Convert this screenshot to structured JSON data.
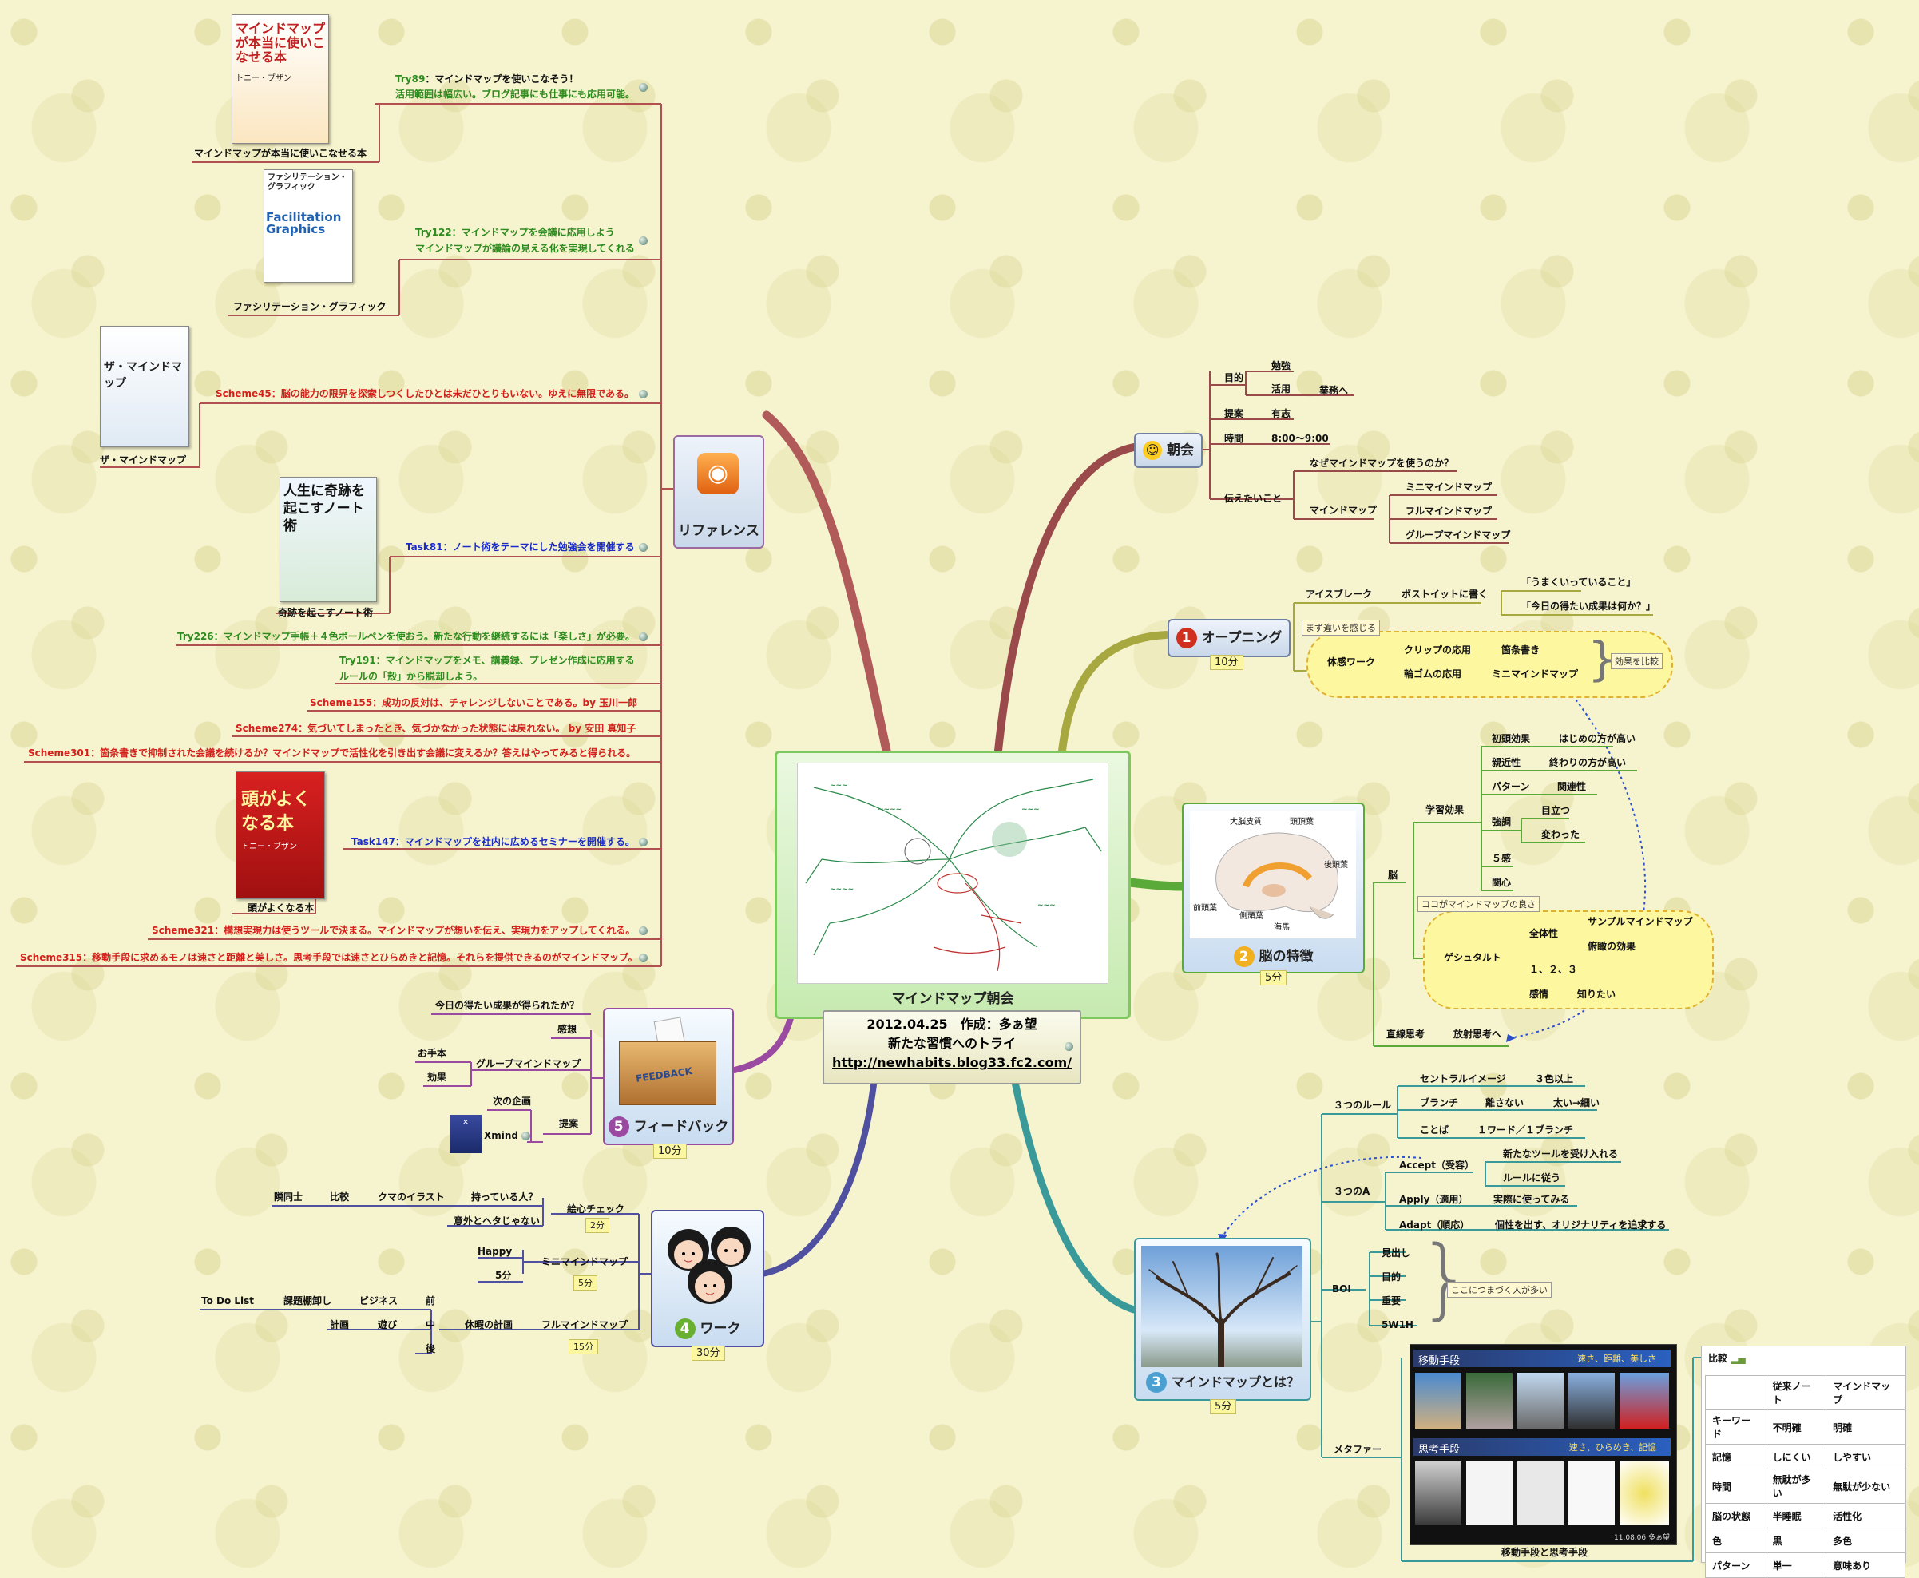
{
  "center": {
    "title": "マインドマップ朝会",
    "date_line": "2012.04.25　作成：多ぁ望",
    "subtitle": "新たな習慣へのトライ",
    "url": "http://newhabits.blog33.fc2.com/"
  },
  "reference": {
    "label": "リファレンス",
    "books": [
      {
        "caption": "マインドマップが本当に使いこなせる本",
        "cover_text": "マインドマップが本当に使いこなせる本",
        "author": "トニー・ブザン"
      },
      {
        "caption": "ファシリテーション・グラフィック",
        "cover_text": "ファシリテーション・グラフィック",
        "cover_en": "Facilitation Graphics"
      },
      {
        "caption": "ザ・マインドマップ",
        "cover_text": "ザ・マインドマップ"
      },
      {
        "caption": "奇跡を起こすノート術",
        "cover_text": "人生に奇跡を起こすノート術"
      },
      {
        "caption": "頭がよくなる本",
        "cover_text": "頭がよくなる本",
        "author": "トニー・ブザン"
      }
    ],
    "items": [
      {
        "key": "Try89",
        "text": "：マインドマップを使いこなそう！",
        "text2": "活用範囲は幅広い。ブログ記事にも仕事にも応用可能。",
        "color": "green"
      },
      {
        "key": "Try122",
        "text": "：マインドマップを会議に応用しよう",
        "text2": "マインドマップが議論の見える化を実現してくれる",
        "color": "green"
      },
      {
        "key": "Scheme45",
        "text": "：脳の能力の限界を探索しつくしたひとは未だひとりもいない。ゆえに無限である。",
        "color": "red"
      },
      {
        "key": "Task81",
        "text": "：ノート術をテーマにした勉強会を開催する",
        "color": "blue"
      },
      {
        "key": "Try226",
        "text": "：マインドマップ手帳＋４色ボールペンを使おう。新たな行動を継続するには「楽しさ」が必要。",
        "color": "green"
      },
      {
        "key": "Try191",
        "text": "：マインドマップをメモ、講義録、プレゼン作成に応用する",
        "text2": "ルールの「殻」から脱却しよう。",
        "color": "green"
      },
      {
        "key": "Scheme155",
        "text": "：成功の反対は、チャレンジしないことである。by 玉川一郎",
        "color": "red"
      },
      {
        "key": "Scheme274",
        "text": "：気づいてしまったとき、気づかなかった状態には戻れない。 by 安田 真知子",
        "color": "red"
      },
      {
        "key": "Scheme301",
        "text": "：箇条書きで抑制された会議を続けるか？マインドマップで活性化を引き出す会議に変えるか？答えはやってみると得られる。",
        "color": "red"
      },
      {
        "key": "Task147",
        "text": "：マインドマップを社内に広めるセミナーを開催する。",
        "color": "blue"
      },
      {
        "key": "Scheme321",
        "text": "：構想実現力は使うツールで決まる。マインドマップが想いを伝え、実現力をアップしてくれる。",
        "color": "red"
      },
      {
        "key": "Scheme315",
        "text": "：移動手段に求めるモノは速さと距離と美しさ。思考手段では速さとひらめきと記憶。それらを提供できるのがマインドマップ。",
        "color": "red"
      }
    ]
  },
  "chokai": {
    "label": "朝会",
    "mokuteki": "目的",
    "benkyo": "勉強",
    "katsuyo": "活用",
    "gyomu": "業務へ",
    "teian": "提案",
    "yushi": "有志",
    "jikan": "時間",
    "jikan_val": "8:00～9:00",
    "tsutaetai": "伝えたいこと",
    "naze": "なぜマインドマップを使うのか？",
    "mindmap": "マインドマップ",
    "mini": "ミニマインドマップ",
    "full": "フルマインドマップ",
    "group": "グループマインドマップ"
  },
  "opening": {
    "num": "1",
    "label": "オープニング",
    "time": "10分",
    "ice": "アイスブレーク",
    "postit": "ポストイットに書く",
    "q1": "「うまくいっていること」",
    "q2": "「今日の得たい成果は何か？」",
    "tag": "まず違いを感じる",
    "taikan": "体感ワーク",
    "clip": "クリップの応用",
    "kajo": "箇条書き",
    "wagomu": "輪ゴムの応用",
    "mini": "ミニマインドマップ",
    "hikaku": "効果を比較"
  },
  "brain": {
    "num": "2",
    "label": "脳の特徴",
    "time": "5分",
    "img_labels": [
      "大脳皮質",
      "頭頂葉",
      "後頭葉",
      "前頭葉",
      "側頭葉",
      "海馬"
    ],
    "no": "脳",
    "gakushu": "学習効果",
    "shoto": "初頭効果",
    "shoto_v": "はじめの方が高い",
    "shinkin": "親近性",
    "shinkin_v": "終わりの方が高い",
    "pattern": "パターン",
    "pattern_v": "関連性",
    "kyocho": "強調",
    "medatsu": "目立つ",
    "kawatta": "変わった",
    "gokan": "５感",
    "kanshin": "関心",
    "tag": "ココがマインドマップの良さ",
    "gestalt": "ゲシュタルト",
    "zentai": "全体性",
    "sample": "サンプルマインドマップ",
    "fukan": "俯瞰の効果",
    "one23": "１、２、３",
    "kanjo": "感情",
    "shiritai": "知りたい",
    "chokusen": "直線思考",
    "hosha": "放射思考へ"
  },
  "whatis": {
    "num": "3",
    "label": "マインドマップとは？",
    "time": "5分",
    "rules": "３つのルール",
    "central": "セントラルイメージ",
    "central_v": "３色以上",
    "branch": "ブランチ",
    "branch_v1": "離さない",
    "branch_v2": "太い→細い",
    "kotoba": "ことば",
    "kotoba_v": "１ワード／１ブランチ",
    "three_a": "３つのA",
    "accept": "Accept（受容）",
    "accept_v1": "新たなツールを受け入れる",
    "accept_v2": "ルールに従う",
    "apply": "Apply（適用）",
    "apply_v": "実際に使ってみる",
    "adapt": "Adapt（順応）",
    "adapt_v": "個性を出す、オリジナリティを追求する",
    "boi": "BOI",
    "midashi": "見出し",
    "mokuteki": "目的",
    "juyo": "重要",
    "w5h1": "5W1H",
    "boi_note": "ここにつまづく人が多い",
    "metaphor": "メタファー",
    "ido": "移動手段",
    "ido_sub": "速さ、距離、美しさ",
    "shiko": "思考手段",
    "shiko_sub": "速さ、ひらめき、記憶",
    "img_date": "11.08.06 多ぁ望",
    "img_caption": "移動手段と思考手段",
    "hikaku": "比較"
  },
  "compare_table": {
    "headers": [
      "",
      "従来ノート",
      "マインドマップ"
    ],
    "rows": [
      [
        "キーワード",
        "不明確",
        "明確"
      ],
      [
        "記憶",
        "しにくい",
        "しやすい"
      ],
      [
        "時間",
        "無駄が多い",
        "無駄が少ない"
      ],
      [
        "脳の状態",
        "半睡眠",
        "活性化"
      ],
      [
        "色",
        "黒",
        "多色"
      ],
      [
        "パターン",
        "単一",
        "意味あり"
      ]
    ]
  },
  "work": {
    "num": "4",
    "label": "ワーク",
    "time": "30分",
    "ekoshin": "絵心チェック",
    "ekoshin_t": "2分",
    "rinseki": "隣同士",
    "hikaku": "比較",
    "kuma": "クマのイラスト",
    "motteiru": "持っている人？",
    "igaiyowa": "意外とヘタじゃない",
    "mini": "ミニマインドマップ",
    "mini_t": "5分",
    "happy": "Happy",
    "five": "5分",
    "full": "フルマインドマップ",
    "full_t": "15分",
    "kyuka": "休暇の計画",
    "todo": "To Do List",
    "kadai": "課題棚卸し",
    "business": "ビジネス",
    "mae": "前",
    "keikaku": "計画",
    "asobi": "遊び",
    "naka": "中",
    "ato": "後"
  },
  "feedback": {
    "num": "5",
    "label": "フィードバック",
    "time": "10分",
    "box_text": "FEEDBACK",
    "kyou": "今日の得たい成果が得られたか？",
    "kanso": "感想",
    "otehon": "お手本",
    "group": "グループマインドマップ",
    "koka": "効果",
    "jikai": "次の企画",
    "teian": "提案",
    "xmind": "Xmind"
  },
  "colors": {
    "reference": "#b05050",
    "chokai": "#9a4a4a",
    "opening": "#a8a840",
    "brain": "#5aaa3a",
    "whatis": "#3a9a9a",
    "work": "#5050a0",
    "feedback": "#9a4aa0"
  }
}
